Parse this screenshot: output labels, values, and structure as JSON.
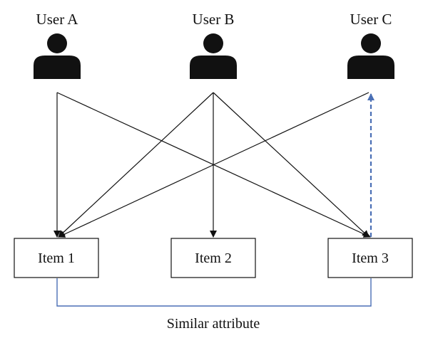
{
  "users": [
    {
      "label": "User A"
    },
    {
      "label": "User B"
    },
    {
      "label": "User C"
    }
  ],
  "items": [
    {
      "label": "Item 1"
    },
    {
      "label": "Item 2"
    },
    {
      "label": "Item 3"
    }
  ],
  "caption": "Similar attribute",
  "edges": [
    {
      "from": "User A",
      "to": "Item 1",
      "style": "solid"
    },
    {
      "from": "User A",
      "to": "Item 3",
      "style": "solid"
    },
    {
      "from": "User B",
      "to": "Item 1",
      "style": "solid"
    },
    {
      "from": "User B",
      "to": "Item 2",
      "style": "solid"
    },
    {
      "from": "User B",
      "to": "Item 3",
      "style": "solid"
    },
    {
      "from": "User C",
      "to": "Item 1",
      "style": "solid"
    },
    {
      "from": "Item 3",
      "to": "User C",
      "style": "dashed"
    }
  ],
  "link": {
    "between": [
      "Item 1",
      "Item 3"
    ],
    "label": "Similar attribute"
  },
  "colors": {
    "person_icon": "#111111",
    "edge": "#111111",
    "recommendation_edge": "#4a6fb5",
    "similarity_link": "#4a6fb5"
  },
  "icons": [
    "person-icon"
  ]
}
